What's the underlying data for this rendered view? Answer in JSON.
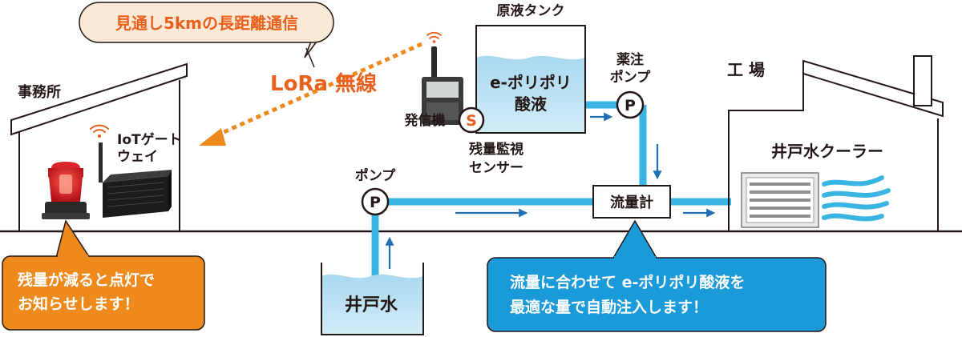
{
  "diagram": {
    "lora_callout": "見通し5kmの長距離通信",
    "lora_label": "LoRa 無線",
    "office_label": "事務所",
    "gateway_label_1": "IoTゲート",
    "gateway_label_2": "ウェイ",
    "tank_title": "原液タンク",
    "tank_content_1": "e-ポリポリ",
    "tank_content_2": "酸液",
    "transmitter_label": "発信機",
    "sensor_symbol": "S",
    "sensor_label_1": "残量監視",
    "sensor_label_2": "センサー",
    "dosing_pump_label_1": "薬注",
    "dosing_pump_label_2": "ポンプ",
    "pump_symbol": "P",
    "pump_label": "ポンプ",
    "flowmeter_label": "流量計",
    "factory_label": "工 場",
    "cooler_label": "井戸水クーラー",
    "well_label": "井戸水",
    "alert_callout_1": "残量が減ると点灯で",
    "alert_callout_2": "お知らせします！",
    "info_callout_1": "流量に合わせて e-ポリポリ酸液を",
    "info_callout_2": "最適な量で自動注入します！"
  },
  "colors": {
    "pipe": "#3ab4e3",
    "water": "#bfe3f5",
    "orange": "#e8601c",
    "callout_orange": "#ee8a1c",
    "callout_blue": "#1a9ad9",
    "arrow_blue": "#1f6fb5",
    "outline": "#231815"
  },
  "icons": [
    "wifi-icon",
    "warning-light-icon",
    "antenna-icon"
  ]
}
